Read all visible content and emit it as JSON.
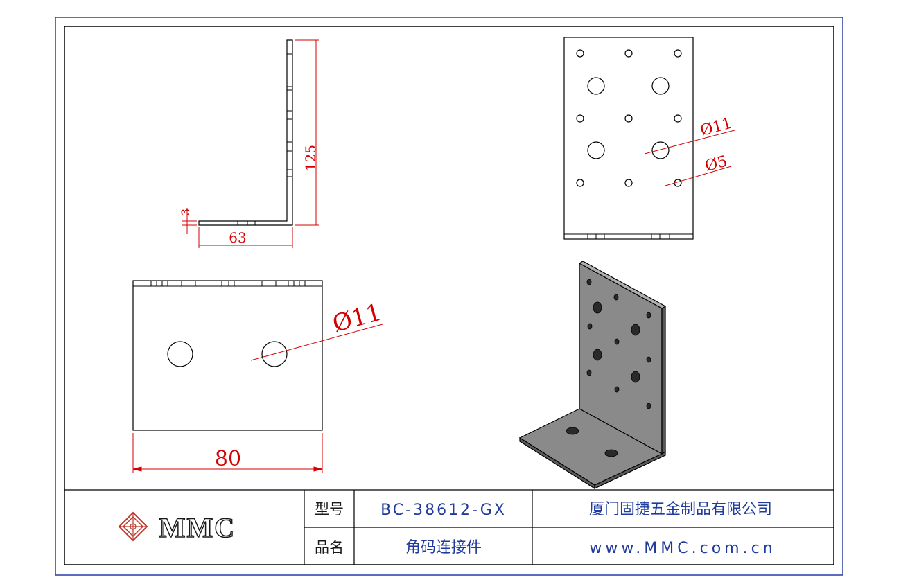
{
  "views": {
    "side": {
      "height_dim": "125",
      "thickness_dim": "3",
      "leg_dim": "63"
    },
    "back": {
      "large_hole_dim": "Ø11",
      "small_hole_dim": "Ø5"
    },
    "bottom": {
      "hole_dim": "Ø11",
      "width_dim": "80"
    }
  },
  "logo": {
    "text": "MMC"
  },
  "title_block": {
    "model_label": "型号",
    "model_value": "BC-38612-GX",
    "name_label": "品名",
    "name_value": "角码连接件",
    "company": "厦门固捷五金制品有限公司",
    "website": "www.MMC.com.cn"
  },
  "colors": {
    "frame": "#2b3aa8",
    "dimension": "#d40000",
    "title_text": "#1f3b9c",
    "part_fill": "#8a8a8a"
  }
}
